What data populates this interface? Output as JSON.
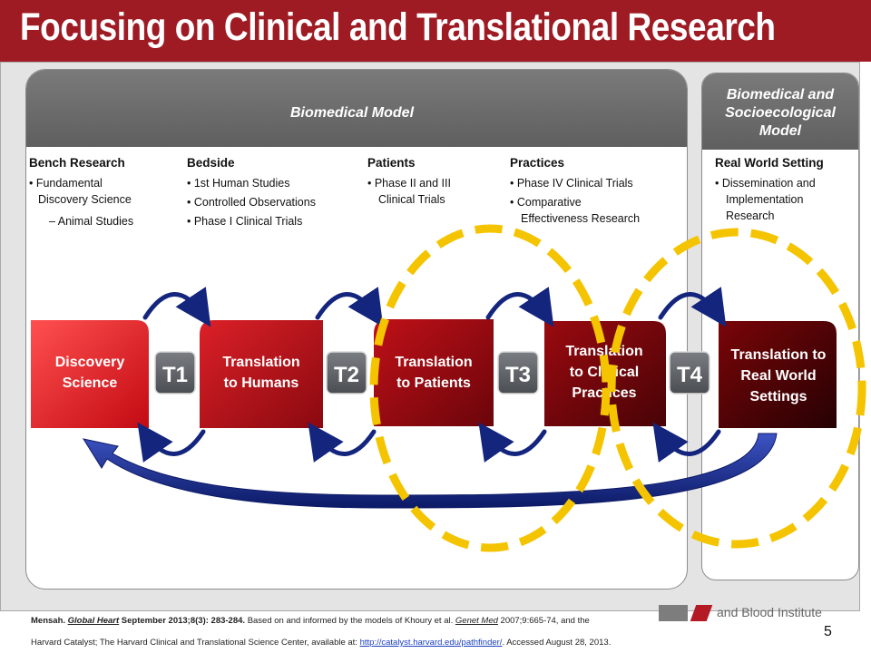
{
  "header": {
    "title": "Focusing on Clinical and Translational Research"
  },
  "bands": {
    "left": "Biomedical Model",
    "right": [
      "Biomedical and",
      "Socioecological",
      "Model"
    ]
  },
  "columns": {
    "bench": {
      "title": "Bench Research",
      "items": [
        "• Fundamental",
        "Discovery Science",
        "– Animal Studies"
      ]
    },
    "bedside": {
      "title": "Bedside",
      "items": [
        "• 1st Human Studies",
        "• Controlled Observations",
        "• Phase I Clinical Trials"
      ]
    },
    "patients": {
      "title": "Patients",
      "items": [
        "•  Phase II and  III",
        "Clinical Trials"
      ]
    },
    "practices": {
      "title": "Practices",
      "items": [
        "• Phase IV Clinical Trials",
        "• Comparative",
        "Effectiveness Research"
      ]
    },
    "realworld": {
      "title": "Real World  Setting",
      "items": [
        "• Dissemination and",
        "Implementation",
        "Research"
      ]
    }
  },
  "stages": [
    {
      "lines": [
        "Discovery",
        "Science"
      ],
      "color_a": "#ff4a4a",
      "color_b": "#c00a12"
    },
    {
      "lines": [
        "Translation",
        "to Humans"
      ],
      "color_a": "#d81c24",
      "color_b": "#8e0a10"
    },
    {
      "lines": [
        "Translation",
        "to Patients"
      ],
      "color_a": "#bf1018",
      "color_b": "#6e050a"
    },
    {
      "lines": [
        "Translation",
        "to Clinical",
        "Practices"
      ],
      "color_a": "#9a0a10",
      "color_b": "#4a0306"
    },
    {
      "lines": [
        "Translation to",
        "Real World",
        "Settings"
      ],
      "color_a": "#7a0508",
      "color_b": "#2a0103"
    }
  ],
  "transitions": [
    "T1",
    "T2",
    "T3",
    "T4"
  ],
  "colors": {
    "header": "#9e1b24",
    "arrow_blue": "#14257e",
    "highlight_yellow": "#f5c400",
    "t_box": "#5d6064"
  },
  "citation": {
    "line1": {
      "author": "Mensah.",
      "journal": "Global Heart",
      "issue": "September 2013;8(3): 283-284.",
      "based": "Based on and informed by the models of Khoury et al.",
      "genetmed": "Genet Med",
      "genetmed_ref": "2007;9:665-74, and the"
    },
    "line2": {
      "text": "Harvard Catalyst; The Harvard Clinical and Translational Science Center, available at:",
      "link": "http://catalyst.harvard.edu/pathfinder/",
      "accessed": ". Accessed August 28, 2013."
    }
  },
  "partner": {
    "text": "and Blood Institute"
  },
  "page_number": "5"
}
